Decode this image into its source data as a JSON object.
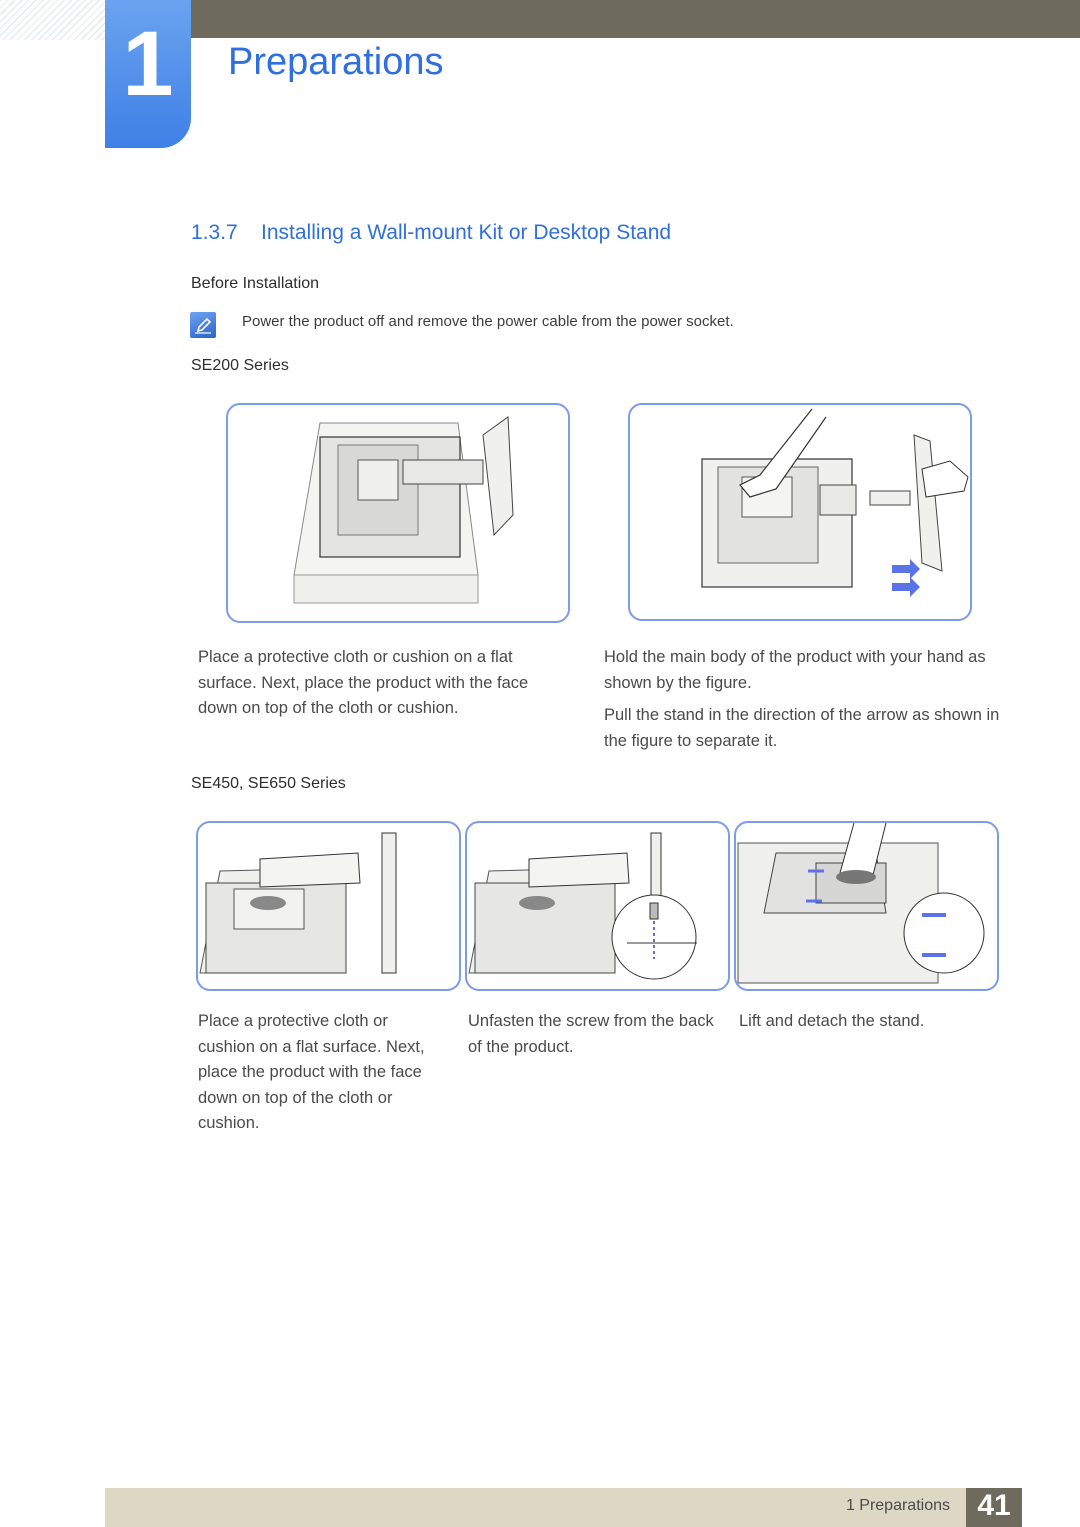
{
  "header": {
    "chapter_number": "1",
    "chapter_title": "Preparations"
  },
  "section": {
    "number": "1.3.7",
    "title": "Installing a Wall-mount Kit or Desktop Stand"
  },
  "before_installation": {
    "heading": "Before Installation",
    "note_icon": "note-pencil-icon",
    "note_text": "Power the product off and remove the power cable from the power socket."
  },
  "se200": {
    "heading": "SE200 Series",
    "step1_text": "Place a protective cloth or cushion on a flat surface. Next, place the product with the face down on top of the cloth or cushion.",
    "step2_text_a": "Hold the main body of the product with your hand as shown by the figure.",
    "step2_text_b": "Pull the stand in the direction of the arrow as shown in the figure to separate it."
  },
  "se450": {
    "heading": "SE450, SE650 Series",
    "step1_text": "Place a protective cloth or cushion on a flat surface. Next, place the product with the face down on top of the cloth or cushion.",
    "step2_text": "Unfasten the screw from the back of the product.",
    "step3_text": "Lift and detach the stand."
  },
  "footer": {
    "label": "1 Preparations",
    "page_number": "41"
  },
  "colors": {
    "accent_blue": "#2f6fde",
    "frame_blue": "#7d9be8",
    "bar_dark": "#6f6b5c",
    "bar_light": "#ddd8c4"
  }
}
